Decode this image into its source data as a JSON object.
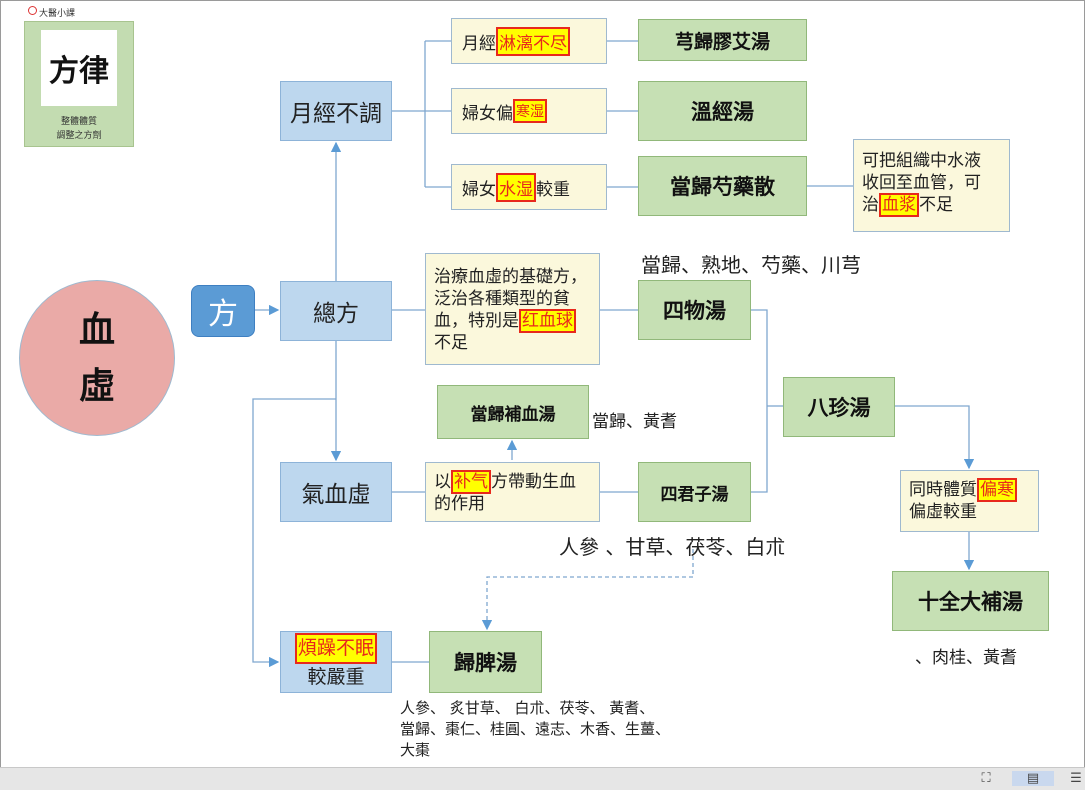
{
  "brand": {
    "label": "大醫小課"
  },
  "logo": {
    "calligraphy": "方律",
    "line1": "整體體質",
    "line2": "調整之方劑"
  },
  "root": {
    "line1": "血",
    "line2": "虛"
  },
  "method": {
    "label": "方"
  },
  "categories": {
    "menstrual": "月經不調",
    "general": "總方",
    "qi_blood": "氣血虛",
    "severe_suffix": "較嚴重",
    "severe_hl": "煩躁不眠"
  },
  "conditions": {
    "dripping_pre": "月經",
    "dripping_hl": "淋漓不尽",
    "cold_pre": "婦女偏",
    "cold_hl": "寒湿",
    "damp_pre": "婦女",
    "damp_hl": "水湿",
    "damp_post": "較重",
    "basic_l1": "治療血虛的基礎方，",
    "basic_l2": "泛治各種類型的貧",
    "basic_l3_pre": "血，特別是",
    "basic_hl": "红血球",
    "basic_l4": "不足",
    "bu_pre": "以",
    "bu_hl": "补气",
    "bu_post": "方帶動生血",
    "bu_l2": "的作用",
    "tissue_l1": "可把組織中水液",
    "tissue_l2": "收回至血管，可",
    "tissue_pre": "治",
    "tissue_hl": "血浆",
    "tissue_post": "不足",
    "cold_l1_pre": "同時體質",
    "cold_l1_hl": "偏寒",
    "cold_l2": "偏虛較重"
  },
  "formulas": {
    "xiongguijiaoai": "芎歸膠艾湯",
    "wenjing": "溫經湯",
    "dangguishaoyao": "當歸芍藥散",
    "siwu": "四物湯",
    "dangguibuxue": "當歸補血湯",
    "sijunzi": "四君子湯",
    "bazhen": "八珍湯",
    "shiquan": "十全大補湯",
    "guipi": "歸脾湯"
  },
  "ingredients": {
    "siwu": "當歸、熟地、芍藥、川芎",
    "dangguibuxue": "當歸、黃耆",
    "sijunzi": "人參 、甘草、茯苓、白朮",
    "shiquan": "、肉桂、黃耆",
    "guipi_l1": "人參、 炙甘草、 白朮、茯苓、 黃耆、",
    "guipi_l2": "當歸、棗仁、桂圓、遠志、木香、生薑、",
    "guipi_l3": "大棗"
  },
  "toolbar": {
    "fit_icon": "fit-page-icon",
    "page_icon": "single-page-icon",
    "scroll_icon": "scroll-view-icon"
  }
}
